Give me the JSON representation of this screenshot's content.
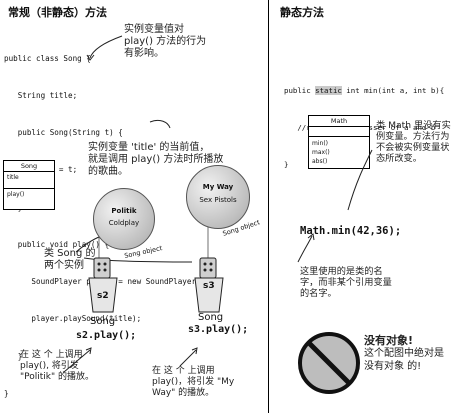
{
  "left": {
    "title": "常规（非静态）方法",
    "code_lines": [
      "public class Song {",
      "   String title;",
      "   public Song(String t) {",
      "      title = t;",
      "   }",
      "   public void play() {",
      "      SoundPlayer player = new SoundPlayer();",
      "      player.playSound(title);",
      "   }",
      "}"
    ],
    "note_instance_var": [
      "实例变量值对",
      "play() 方法的行为",
      "有影响。"
    ],
    "note_title_var": [
      "实例变量 'title' 的当前值，",
      "就是调用 play() 方法时所播放",
      "的歌曲。"
    ],
    "uml_song": {
      "name": "Song",
      "field": "title",
      "method": "play()"
    },
    "note_two_instances": [
      "类 Song 的",
      "两个实例"
    ],
    "balloon1": {
      "title": "Politik",
      "artist": "Coldplay",
      "tag": "Song object"
    },
    "balloon2": {
      "title": "My Way",
      "artist": "Sex Pistols",
      "tag": "Song object"
    },
    "cup1": {
      "label": "s2",
      "caption": "Song",
      "call": "s2.play();"
    },
    "cup2": {
      "label": "s3",
      "caption": "Song",
      "call": "s3.play();"
    },
    "note_bottom1": [
      "在 这 个 上调用",
      "play(), 将引发",
      "\"Politik\" 的播放。"
    ],
    "note_bottom2": [
      "在 这 个 上调用",
      "play()，将引发 \"My",
      "Way\" 的播放。"
    ]
  },
  "right": {
    "title": "静态方法",
    "code_line1_pre": "public ",
    "code_line1_keyword": "static",
    "code_line1_post": " int min(int a, int b){",
    "code_line2": "   //returns the lesser of a and b",
    "code_line3": "}",
    "uml_math": {
      "name": "Math",
      "methods": [
        "min()",
        "max()",
        "abs()"
      ]
    },
    "note_math": [
      "类 Math 里没有实",
      "例变量。方法行为",
      "不会被实例变量状",
      "态所改变。"
    ],
    "call": "Math.min(42,36);",
    "note_class_name": [
      "这里使用的是类的名",
      "字，而非某个引用变量",
      "的名字。"
    ],
    "no_object_title": "没有对象!",
    "no_object_body": [
      "这个配图中绝对是",
      "没有对象 的!"
    ]
  }
}
